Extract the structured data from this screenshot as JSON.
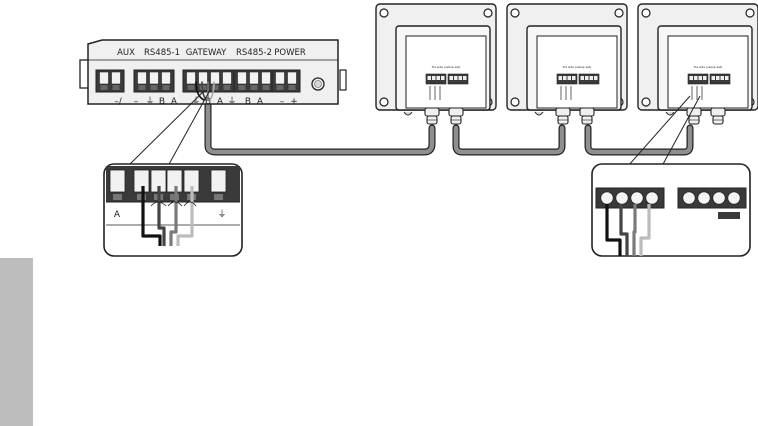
{
  "gateway_unit": {
    "port_labels": [
      "AUX",
      "RS485-1",
      "GATEWAY",
      "RS485-2",
      "POWER"
    ],
    "terminal_marks": [
      "–∕",
      "–",
      "⏚",
      "B",
      "A",
      "⏚",
      "B",
      "A",
      "⏚",
      "B",
      "A",
      "–",
      "+"
    ]
  },
  "zoom_left": {
    "terminal_marks": [
      "A",
      "⏚"
    ]
  },
  "sensor_modules": {
    "count": 3,
    "header_text": "Tie side (setup set)"
  },
  "colors": {
    "outline": "#222222",
    "housing_fill": "#f0f0f0",
    "terminal_fill": "#3a3a3a",
    "cable_grey": "#8f8f8f",
    "wire_black": "#111111",
    "wire_grey": "#7a7a7a",
    "wire_light": "#bcbcbc",
    "side_tab": "#bdbdbd"
  }
}
